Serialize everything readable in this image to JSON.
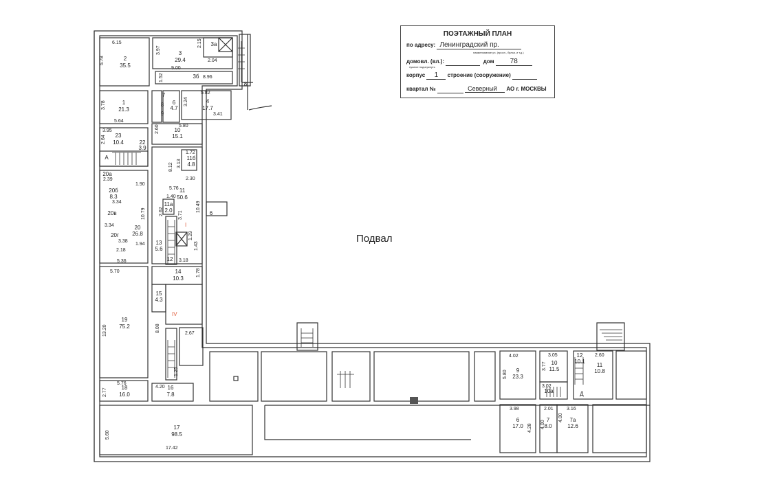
{
  "plan_label": "Подвал",
  "stamp": {
    "title": "ПОЭТАЖНЫЙ ПЛАН",
    "address_label": "по адресу:",
    "address_value": "Ленинградский пр.",
    "address_hint": "наименование ул. (просп., бульв. и т.д.)",
    "domovl_label": "домовл. (вл.):",
    "domovl_hint": "нужное подчеркнуть",
    "house_label": "дом",
    "house_value": "78",
    "korpus_label": "корпус",
    "korpus_value": "1",
    "stroenie_label": "строение (сооружение)",
    "kvartal_label": "квартал №",
    "district_value": "Северный",
    "district_suffix": "АО г. МОСКВЫ"
  },
  "rooms": [
    {
      "n": "2",
      "a": "35.5"
    },
    {
      "n": "3",
      "a": "29.4"
    },
    {
      "n": "3а",
      "a": ""
    },
    {
      "n": "3б",
      "a": ""
    },
    {
      "n": "8",
      "a": ""
    },
    {
      "n": "1",
      "a": "21.3"
    },
    {
      "n": "7",
      "a": ""
    },
    {
      "n": "8",
      "a": ""
    },
    {
      "n": "9",
      "a": ""
    },
    {
      "n": "6",
      "a": "4.7"
    },
    {
      "n": "4",
      "a": "17.7"
    },
    {
      "n": "23",
      "a": "10.4"
    },
    {
      "n": "22",
      "a": "3.9"
    },
    {
      "n": "10",
      "a": "15.1"
    },
    {
      "n": "11б",
      "a": "4.8"
    },
    {
      "n": "20а",
      "a": ""
    },
    {
      "n": "20б",
      "a": "8.3"
    },
    {
      "n": "20в",
      "a": ""
    },
    {
      "n": "20г",
      "a": ""
    },
    {
      "n": "20",
      "a": "26.8"
    },
    {
      "n": "11",
      "a": "50.6"
    },
    {
      "n": "11а",
      "a": "2.0"
    },
    {
      "n": "13",
      "a": "5.6"
    },
    {
      "n": "12",
      "a": ""
    },
    {
      "n": "14",
      "a": "10.3"
    },
    {
      "n": "15",
      "a": "4.3"
    },
    {
      "n": "19",
      "a": "75.2"
    },
    {
      "n": "18",
      "a": "16.0"
    },
    {
      "n": "16",
      "a": "7.8"
    },
    {
      "n": "17",
      "a": "98.5"
    },
    {
      "n": "9",
      "a": "23.3"
    },
    {
      "n": "10",
      "a": "11.5"
    },
    {
      "n": "12",
      "a": "10.1"
    },
    {
      "n": "11",
      "a": "10.8"
    },
    {
      "n": "10а",
      "a": ""
    },
    {
      "n": "6",
      "a": "17.0"
    },
    {
      "n": "7",
      "a": "8.0"
    },
    {
      "n": "7а",
      "a": "12.6"
    },
    {
      "n": "6",
      "a": ""
    }
  ],
  "markers": {
    "A": "А",
    "D": "Д",
    "I": "I",
    "IV": "IV"
  },
  "dims": [
    "6.15",
    "5.78",
    "3.97",
    "2.15",
    "2.04",
    "9.00",
    "1.52",
    "8.96",
    "3.78",
    "5.64",
    "5.82",
    "3.24",
    "3.41",
    "3.95",
    "2.64",
    "2.60",
    "5.80",
    "1.72",
    "3.13",
    "8.12",
    "2.30",
    "2.39",
    "1.90",
    "3.34",
    "10.79",
    "5.76",
    "1.40",
    "2.62",
    "3.71",
    "10.49",
    "3.34",
    "3.38",
    "2.18",
    "1.94",
    "1.29",
    "1.43",
    "3.18",
    "5.36",
    "5.70",
    "1.78",
    "13.20",
    "8.08",
    "2.67",
    "1.25",
    "5.76",
    "2.77",
    "4.20",
    "5.60",
    "17.42",
    "4.02",
    "5.80",
    "3.05",
    "3.77",
    "2.60",
    "3.02",
    "3.98",
    "4.28",
    "2.01",
    "4.00",
    "3.16",
    "4.00"
  ]
}
